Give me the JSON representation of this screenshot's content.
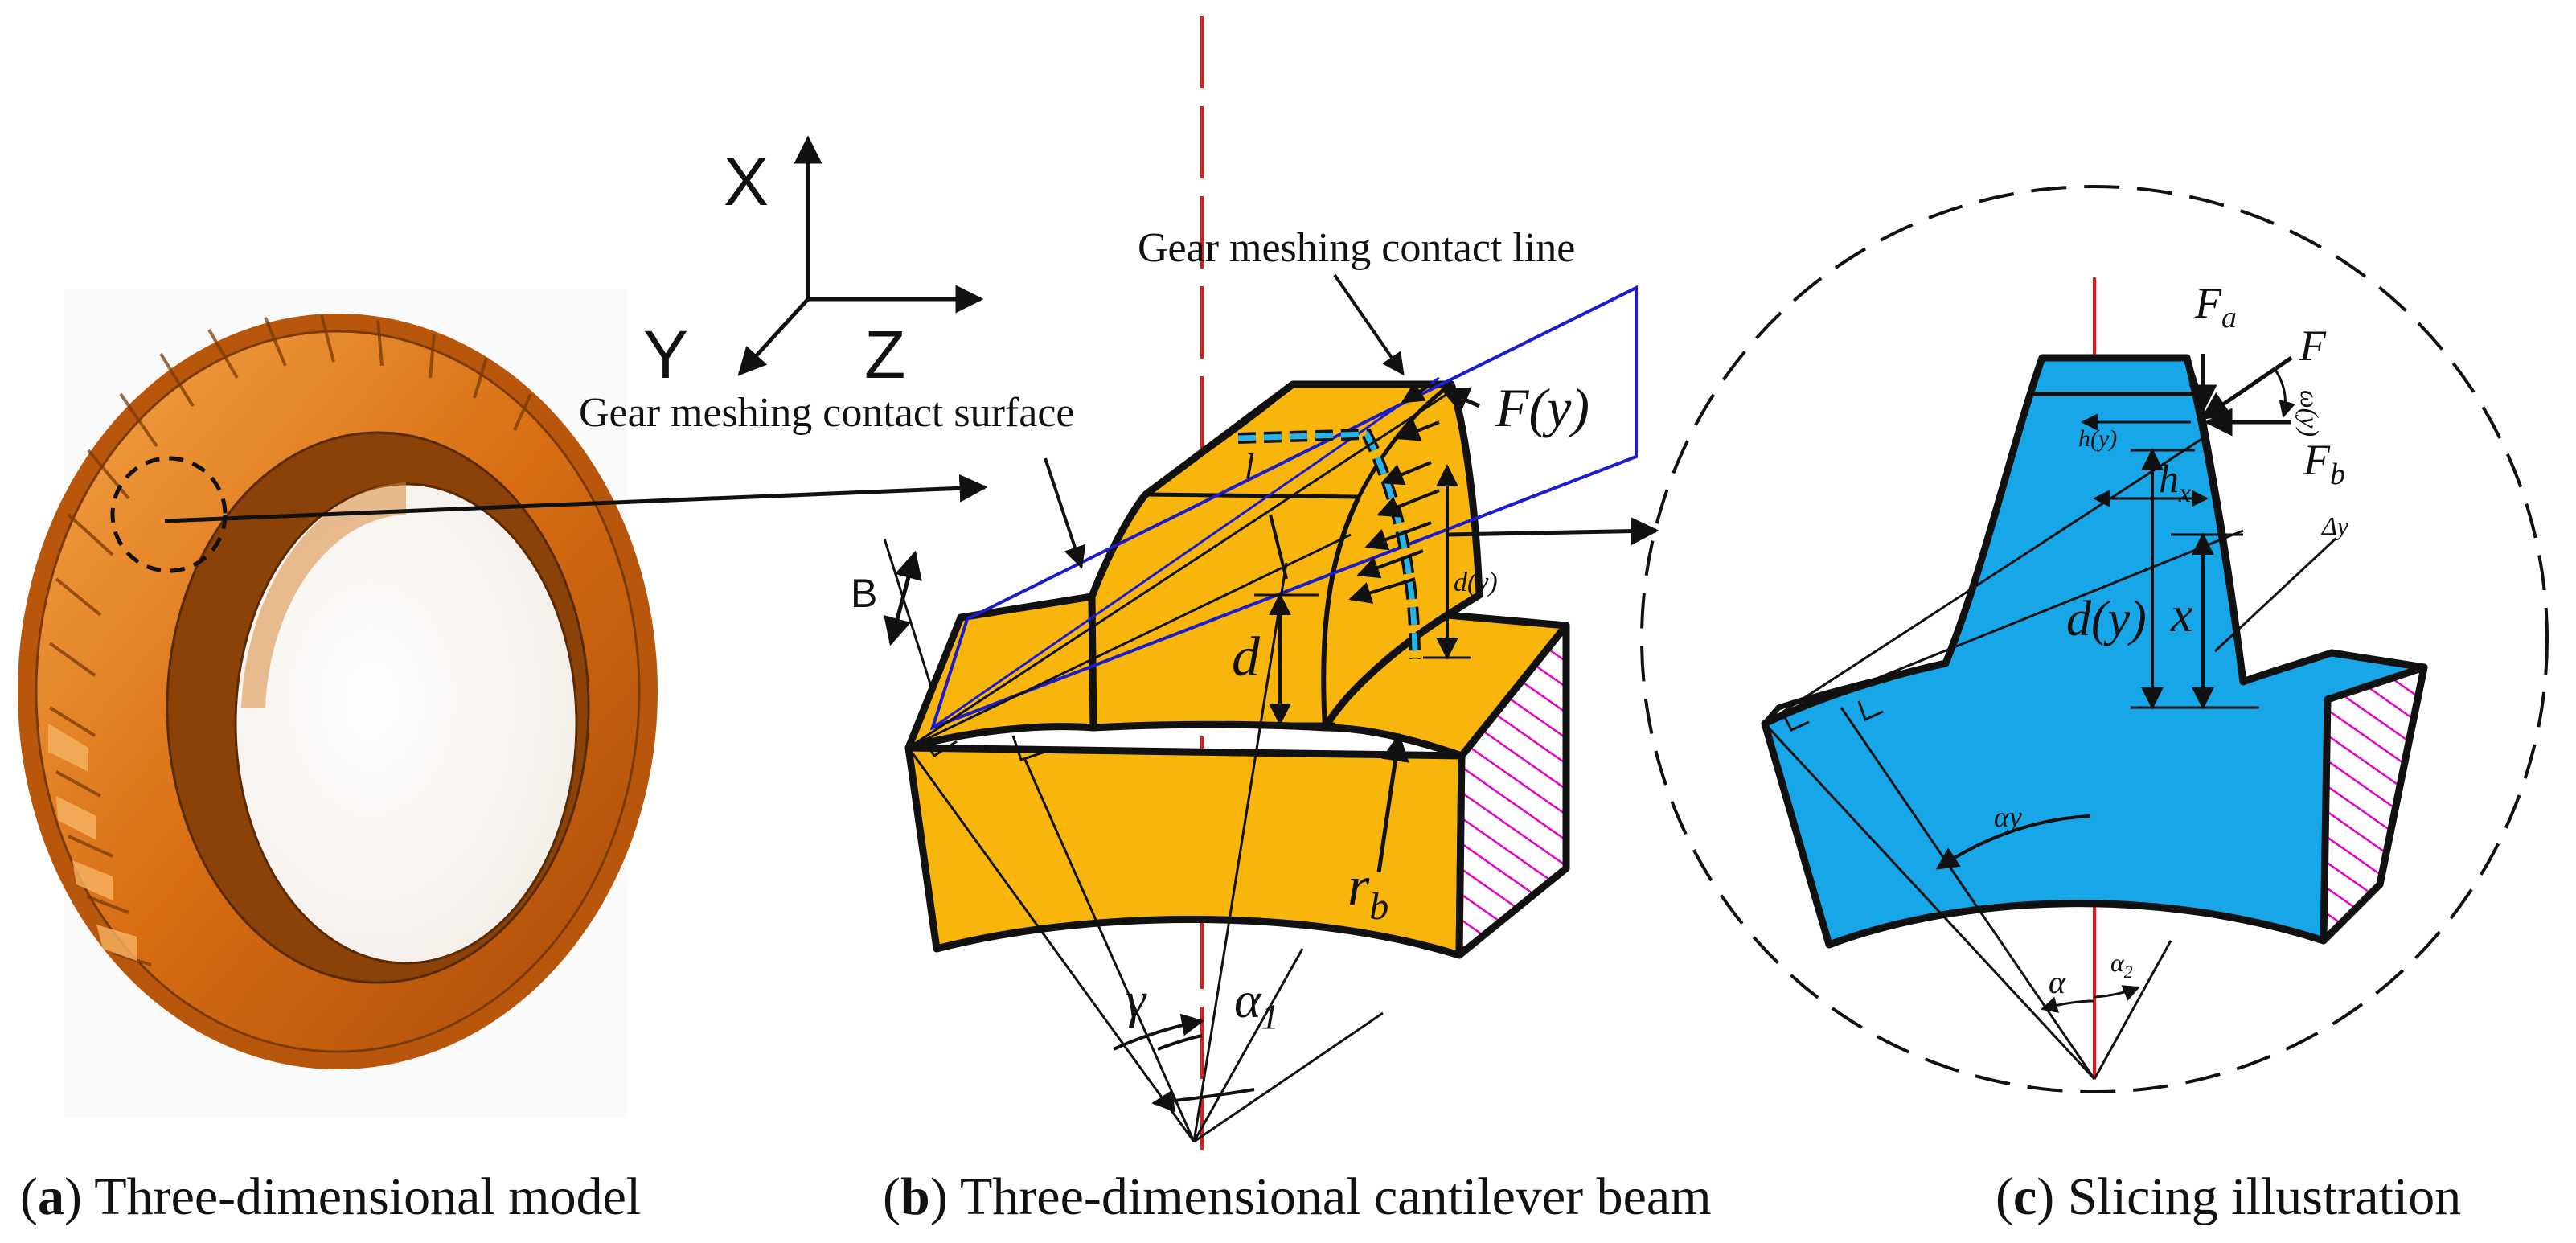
{
  "colors": {
    "gear_orange": "#d86d13",
    "gear_orange_light": "#f29a3c",
    "beam_fill": "#f8b60c",
    "slice_fill": "#17a6e8",
    "centerline_red": "#e61919",
    "surface_blue": "#1c1ccc",
    "contact_line_cyan": "#27b5e6",
    "hatch_magenta": "#e600c8"
  },
  "axes": {
    "x": "X",
    "y": "Y",
    "z": "Z"
  },
  "panel_b": {
    "contact_line_label": "Gear meshing contact line",
    "contact_surface_label": "Gear meshing contact surface",
    "force": "F(y)",
    "width": "B",
    "d": "d",
    "dy": "d(y)",
    "l": "l",
    "rb": "r",
    "rb_sub": "b",
    "gamma": "γ",
    "alpha1": "α",
    "alpha1_sub": "1"
  },
  "panel_c": {
    "Fa": "F",
    "Fa_sub": "a",
    "F": "F",
    "Fb": "F",
    "Fb_sub": "b",
    "omega": "ω(y)",
    "hy": "h(y)",
    "hx": "h",
    "hx_sub": "x",
    "dy_sym": "Δy",
    "dy": "d(y)",
    "x": "x",
    "alpha_y": "αy",
    "alpha": "α",
    "alpha2": "α",
    "alpha2_sub": "2"
  },
  "captions": {
    "a_letter": "a",
    "a_text": " Three-dimensional model",
    "b_letter": "b",
    "b_text": " Three-dimensional cantilever beam",
    "c_letter": "c",
    "c_text": " Slicing illustration"
  }
}
